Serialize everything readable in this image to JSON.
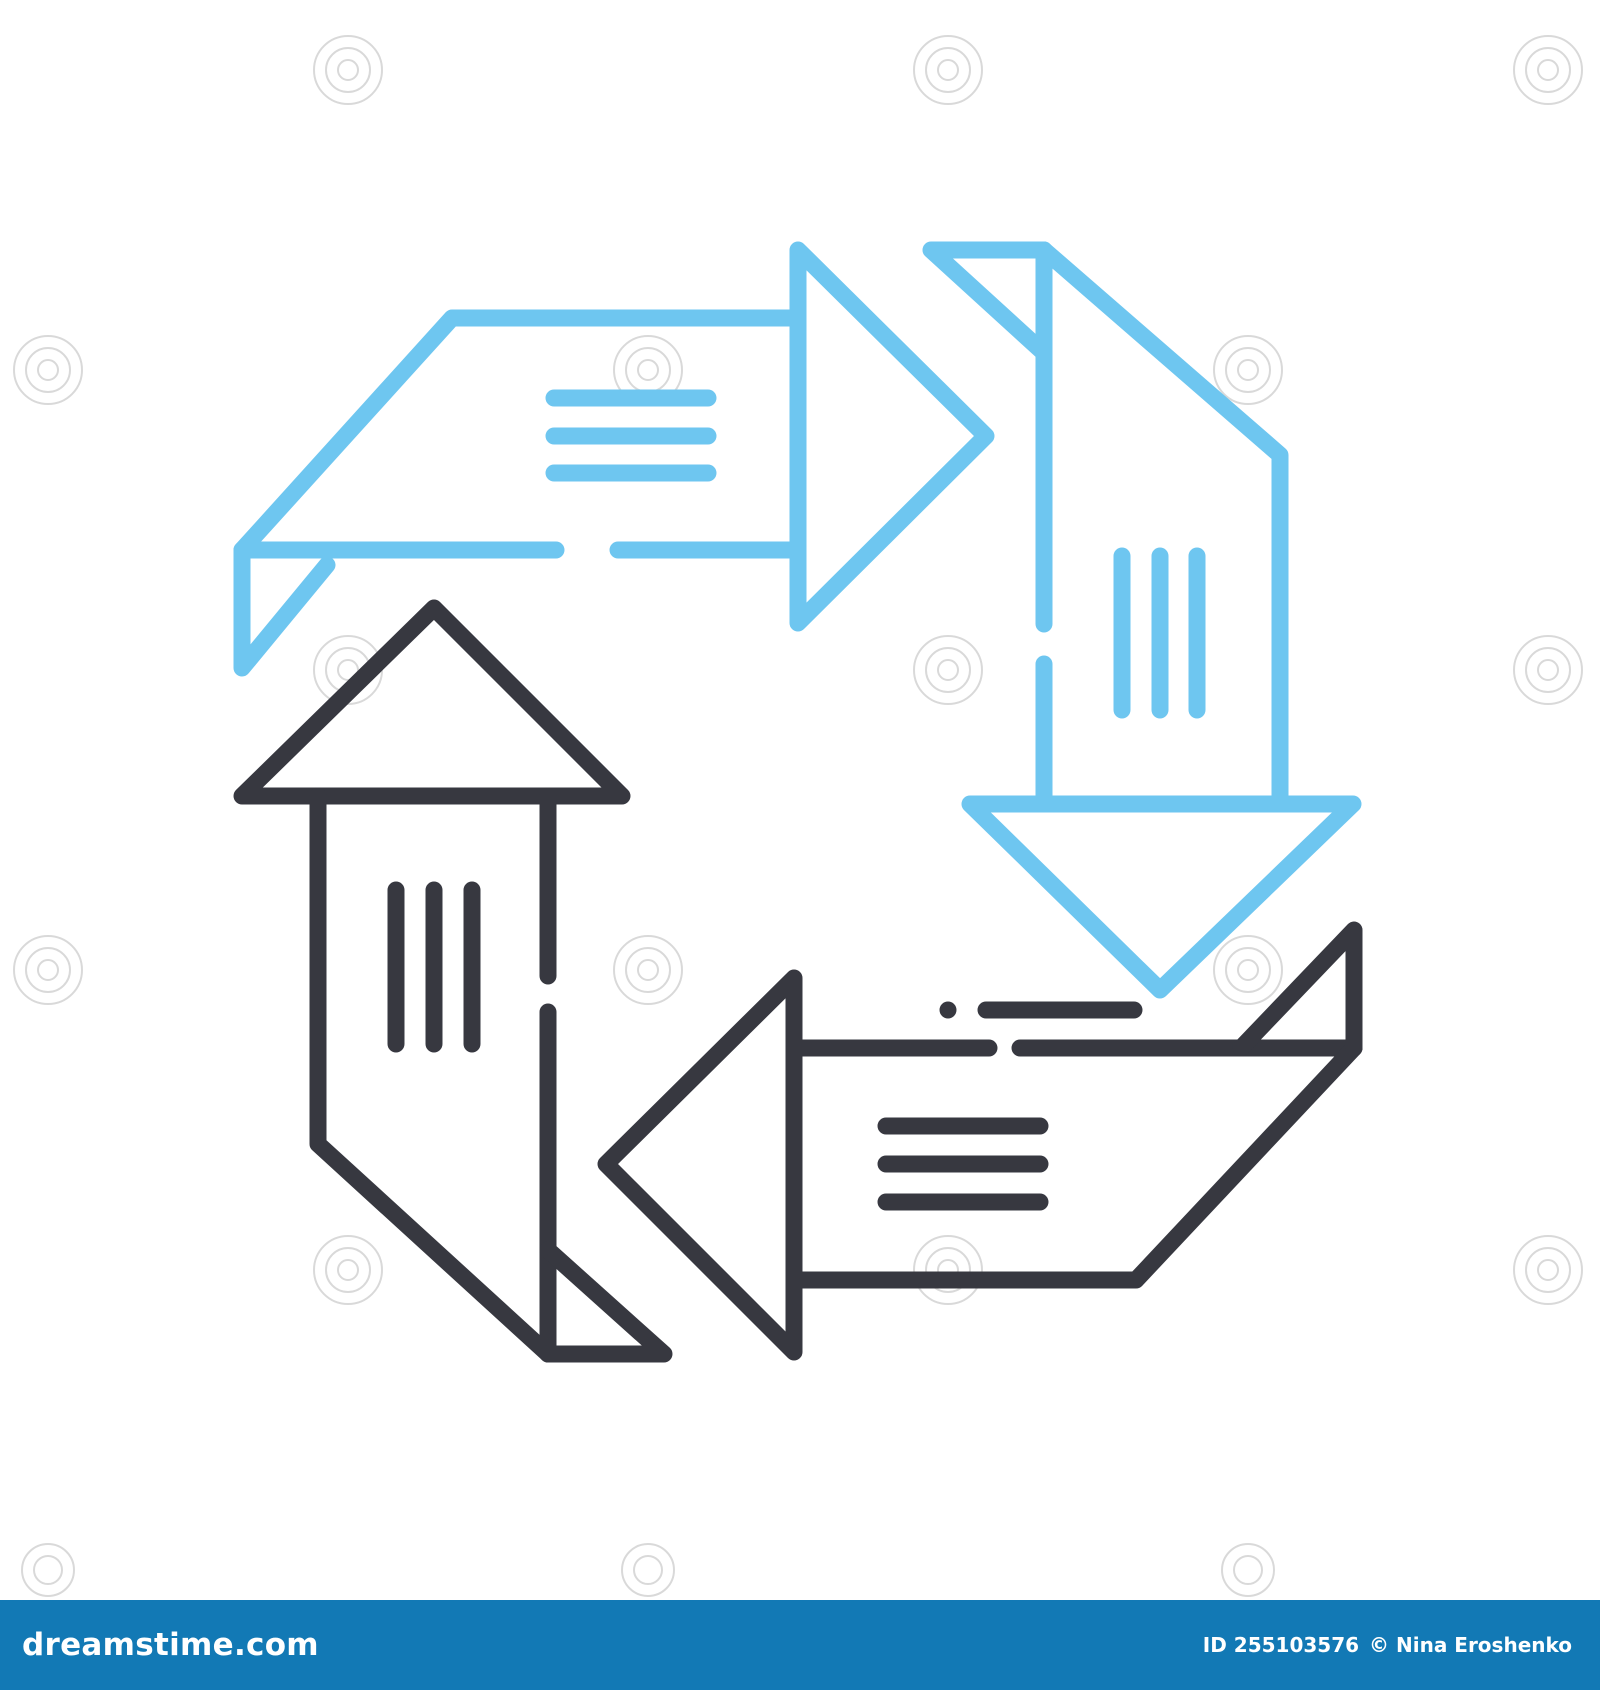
{
  "image": {
    "icon": "cycle-arrows-line-icon",
    "colors": {
      "background": "#ffffff",
      "blue_stroke": "#6ec6f0",
      "dark_stroke": "#373840",
      "watermark": "#d9d9d9",
      "footer_bar": "#1279b5"
    }
  },
  "footer": {
    "logo_text": "dreamstime.com",
    "image_id": "ID 255103576",
    "author": "© Nina Eroshenko"
  }
}
